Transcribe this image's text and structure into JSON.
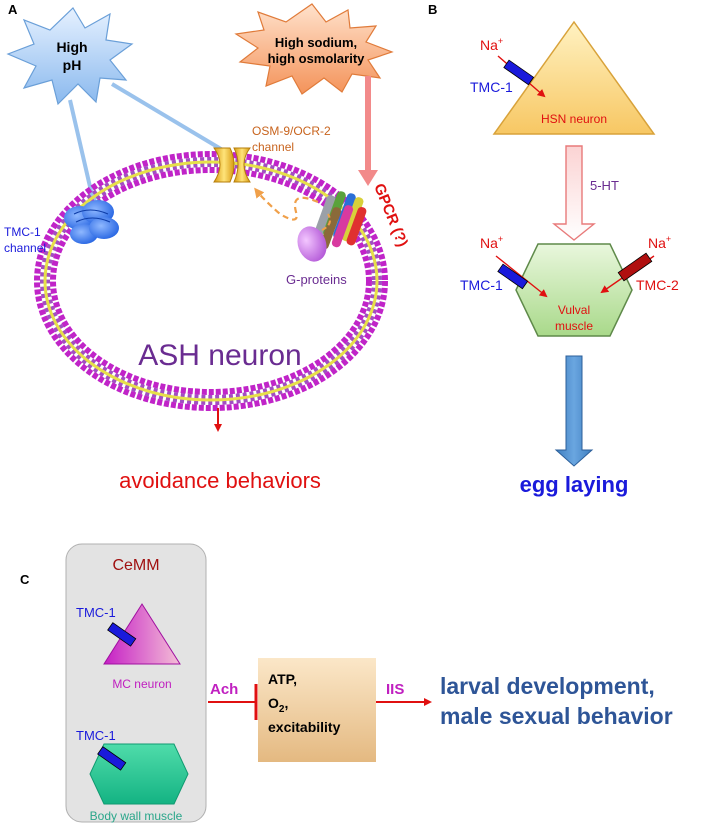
{
  "panels": {
    "a": {
      "letter": "A",
      "stimulus_ph": [
        "High",
        "pH"
      ],
      "stimulus_sodium": [
        "High sodium,",
        "high osmolarity"
      ],
      "osm_channel": [
        "OSM-9/OCR-2",
        "channel"
      ],
      "tmc_channel": [
        "TMC-1",
        "channel"
      ],
      "gpcr": "GPCR (?)",
      "g_proteins": "G-proteins",
      "neuron": "ASH neuron",
      "outcome": "avoidance behaviors"
    },
    "b": {
      "letter": "B",
      "na_top": "Na",
      "na_superscript": "+",
      "tmc1_top": "TMC-1",
      "hsn": "HSN neuron",
      "transmitter": "5-HT",
      "na_left": "Na",
      "na_right": "Na",
      "tmc1_mid": "TMC-1",
      "tmc2": "TMC-2",
      "vulval": [
        "Vulval",
        "muscle"
      ],
      "outcome": "egg laying"
    },
    "c": {
      "letter": "C",
      "box_title": "CeMM",
      "tmc1_upper": "TMC-1",
      "mc_neuron": "MC neuron",
      "tmc1_lower": "TMC-1",
      "body_wall": "Body wall muscle",
      "ach": "Ach",
      "metabolic": [
        "ATP,",
        "O",
        "2",
        ",",
        "excitability"
      ],
      "iis": "IIS",
      "outcome": [
        "larval development,",
        "male sexual behavior"
      ]
    }
  },
  "colors": {
    "blue_text": "#1a1adb",
    "red_text": "#e01010",
    "purple_text": "#6a2c91",
    "orange_text": "#c8641e",
    "teal_text": "#2aa68a",
    "magenta_text": "#c020c0",
    "dark_blue_text": "#2e5597",
    "dark_red_text": "#a01010"
  }
}
